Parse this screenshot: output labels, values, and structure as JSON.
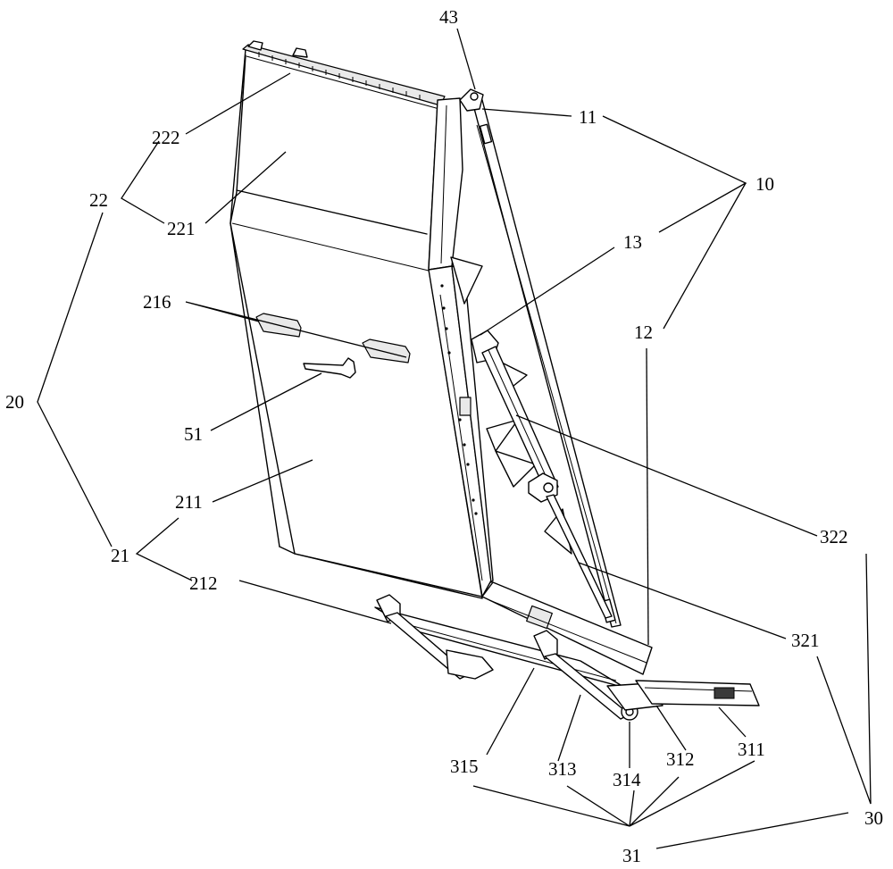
{
  "labels": {
    "l43": "43",
    "l11": "11",
    "l10": "10",
    "l222": "222",
    "l22": "22",
    "l221": "221",
    "l13": "13",
    "l12": "12",
    "l216": "216",
    "l20": "20",
    "l51": "51",
    "l211": "211",
    "l21": "21",
    "l212": "212",
    "l322": "322",
    "l321": "321",
    "l315": "315",
    "l313": "313",
    "l314": "314",
    "l312": "312",
    "l311": "311",
    "l30": "30",
    "l31": "31"
  }
}
